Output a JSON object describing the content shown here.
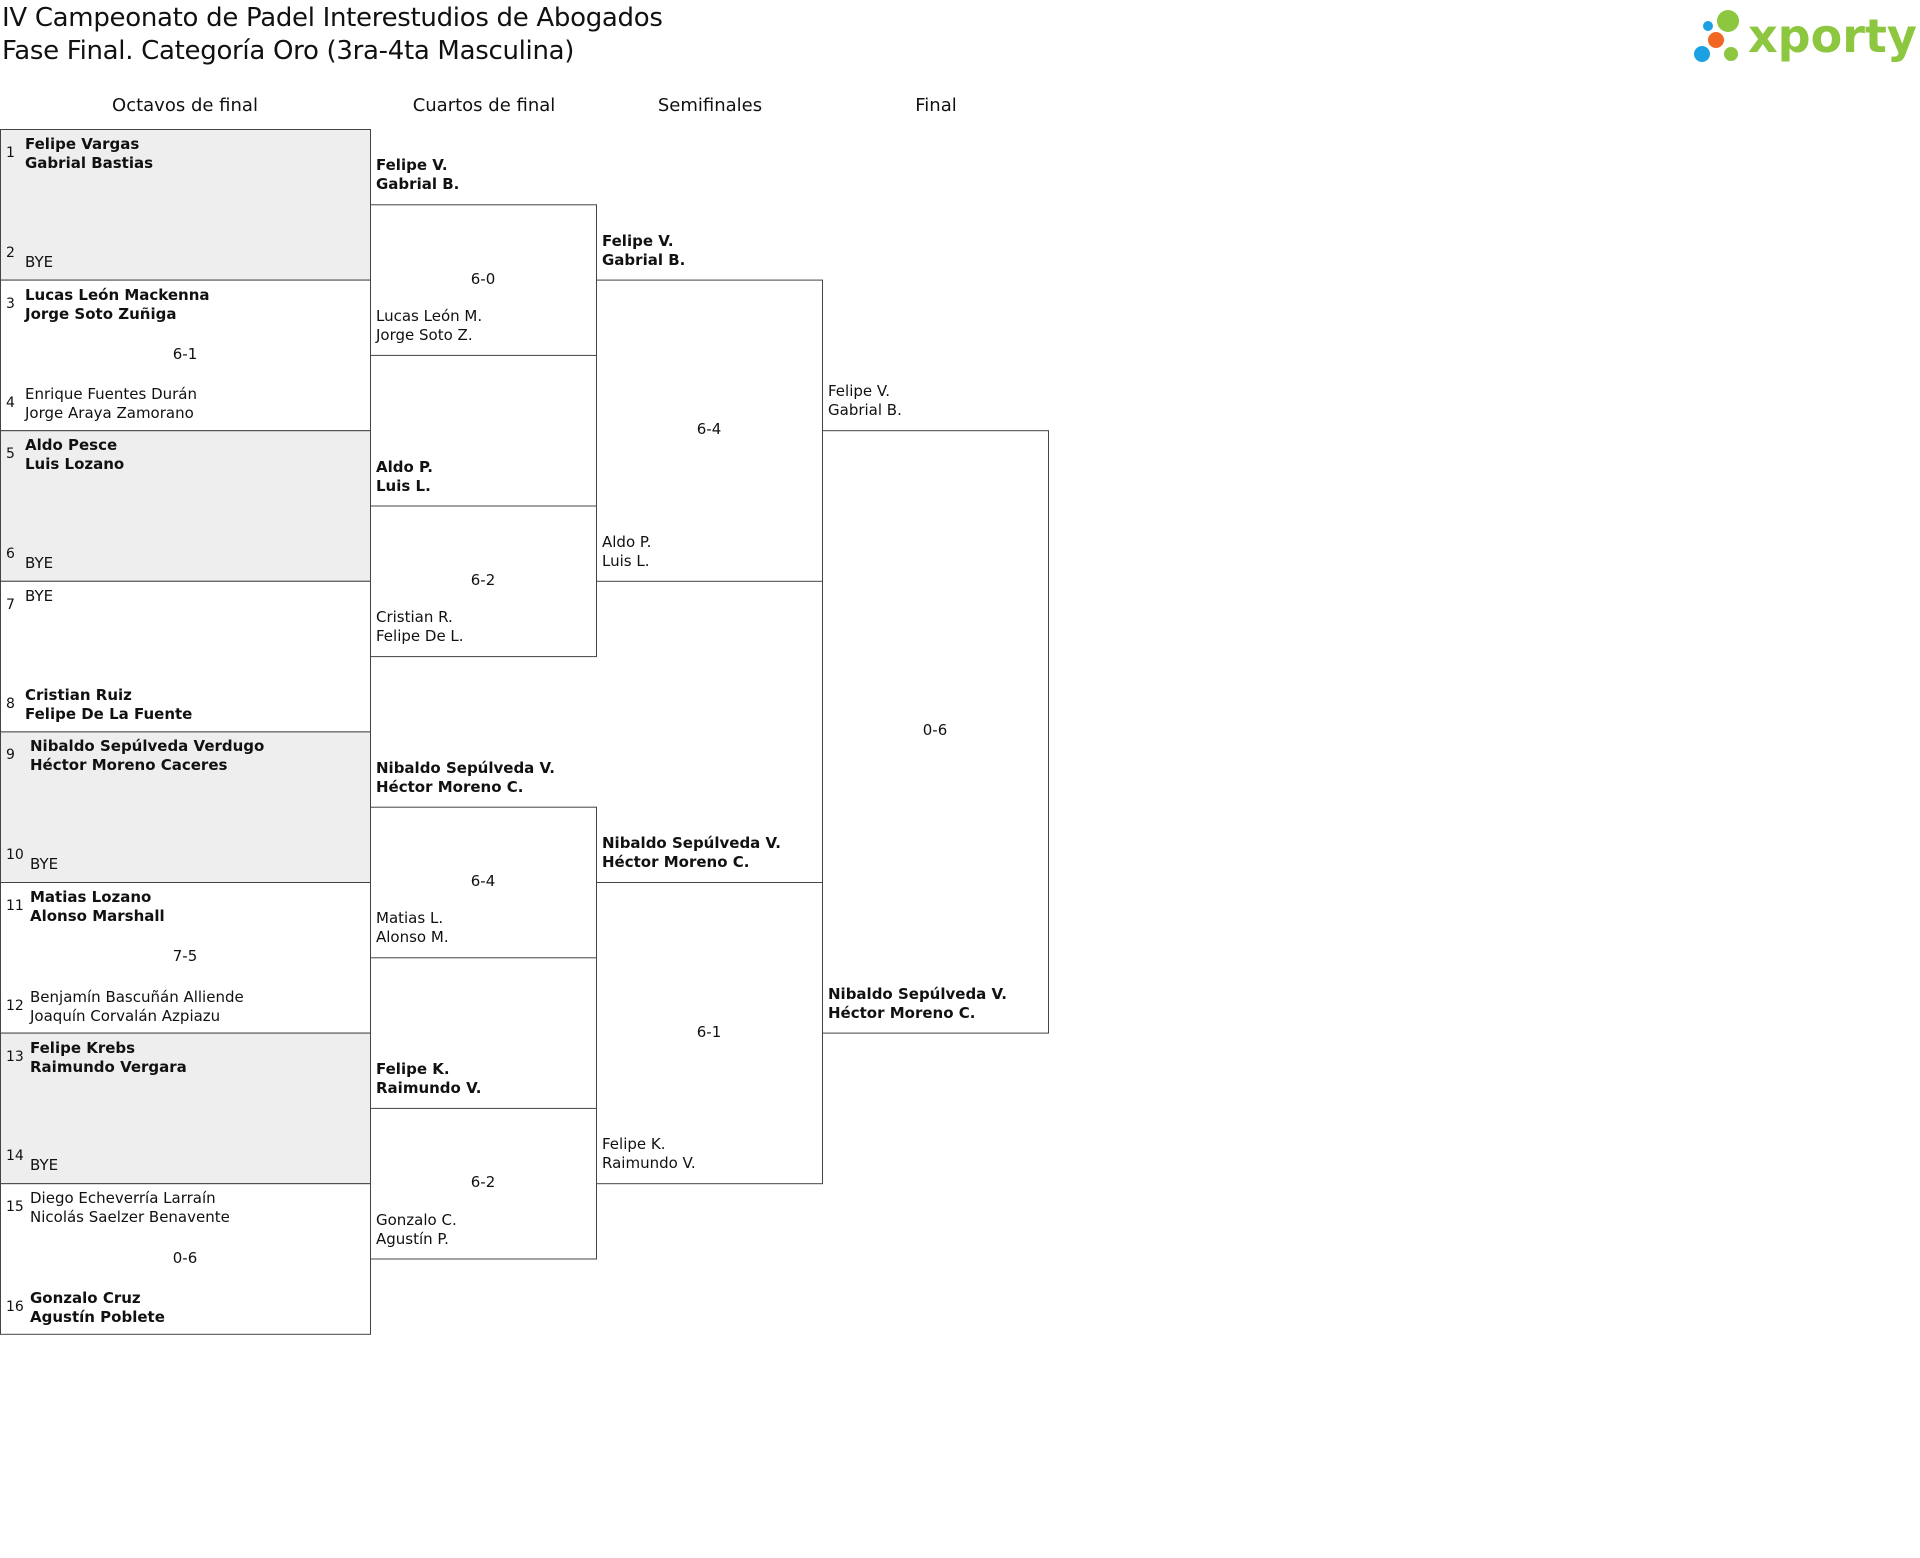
{
  "title_line1": "IV Campeonato de Padel Interestudios de Abogados",
  "title_line2": "Fase Final. Categoría Oro (3ra-4ta Masculina)",
  "logo_text": "xporty",
  "colors": {
    "logo_green": "#8dc63f",
    "logo_orange": "#f26522",
    "logo_blue": "#1ba1e2",
    "bye_shade": "#eeeeee",
    "line": "#444444"
  },
  "rounds": [
    "Octavos de final",
    "Cuartos de final",
    "Semifinales",
    "Final"
  ],
  "octavos": [
    {
      "top_seed": "1",
      "top": [
        "Felipe Vargas",
        "Gabrial Bastias"
      ],
      "bottom_seed": "2",
      "bottom": [
        "BYE"
      ],
      "score": "",
      "winner": "top",
      "bye": true
    },
    {
      "top_seed": "3",
      "top": [
        "Lucas León Mackenna",
        "Jorge Soto Zuñiga"
      ],
      "bottom_seed": "4",
      "bottom": [
        "Enrique Fuentes Durán",
        "Jorge Araya Zamorano"
      ],
      "score": "6-1",
      "winner": "top",
      "bye": false
    },
    {
      "top_seed": "5",
      "top": [
        "Aldo Pesce",
        "Luis Lozano"
      ],
      "bottom_seed": "6",
      "bottom": [
        "BYE"
      ],
      "score": "",
      "winner": "top",
      "bye": true
    },
    {
      "top_seed": "7",
      "top": [
        "BYE"
      ],
      "bottom_seed": "8",
      "bottom": [
        "Cristian Ruiz",
        "Felipe De La Fuente"
      ],
      "score": "",
      "winner": "bottom",
      "bye": false
    },
    {
      "top_seed": "9",
      "top": [
        "Nibaldo Sepúlveda Verdugo",
        "Héctor Moreno Caceres"
      ],
      "bottom_seed": "10",
      "bottom": [
        "BYE"
      ],
      "score": "",
      "winner": "top",
      "bye": true
    },
    {
      "top_seed": "11",
      "top": [
        "Matias Lozano",
        "Alonso Marshall"
      ],
      "bottom_seed": "12",
      "bottom": [
        "Benjamín Bascuñán Alliende",
        "Joaquín Corvalán Azpiazu"
      ],
      "score": "7-5",
      "winner": "top",
      "bye": false
    },
    {
      "top_seed": "13",
      "top": [
        "Felipe Krebs",
        "Raimundo Vergara"
      ],
      "bottom_seed": "14",
      "bottom": [
        "BYE"
      ],
      "score": "",
      "winner": "top",
      "bye": true
    },
    {
      "top_seed": "15",
      "top": [
        "Diego Echeverría Larraín",
        "Nicolás Saelzer Benavente"
      ],
      "bottom_seed": "16",
      "bottom": [
        "Gonzalo Cruz",
        "Agustín Poblete"
      ],
      "score": "0-6",
      "winner": "bottom",
      "bye": false
    }
  ],
  "cuartos": [
    {
      "top": [
        "Felipe V.",
        "Gabrial B."
      ],
      "bottom": [
        "Lucas León M.",
        "Jorge Soto Z."
      ],
      "score": "6-0",
      "winner": "top"
    },
    {
      "top": [
        "Aldo P.",
        "Luis L."
      ],
      "bottom": [
        "Cristian R.",
        "Felipe De L."
      ],
      "score": "6-2",
      "winner": "top"
    },
    {
      "top": [
        "Nibaldo Sepúlveda V.",
        "Héctor Moreno C."
      ],
      "bottom": [
        "Matias L.",
        "Alonso M."
      ],
      "score": "6-4",
      "winner": "top"
    },
    {
      "top": [
        "Felipe K.",
        "Raimundo V."
      ],
      "bottom": [
        "Gonzalo C.",
        "Agustín P."
      ],
      "score": "6-2",
      "winner": "top"
    }
  ],
  "semifinales": [
    {
      "top": [
        "Felipe V.",
        "Gabrial B."
      ],
      "bottom": [
        "Aldo P.",
        "Luis L."
      ],
      "score": "6-4",
      "winner": "top"
    },
    {
      "top": [
        "Nibaldo Sepúlveda V.",
        "Héctor Moreno C."
      ],
      "bottom": [
        "Felipe K.",
        "Raimundo V."
      ],
      "score": "6-1",
      "winner": "top"
    }
  ],
  "final": [
    {
      "top": [
        "Felipe V.",
        "Gabrial B."
      ],
      "bottom": [
        "Nibaldo Sepúlveda V.",
        "Héctor Moreno C."
      ],
      "score": "0-6",
      "winner": "bottom"
    }
  ]
}
